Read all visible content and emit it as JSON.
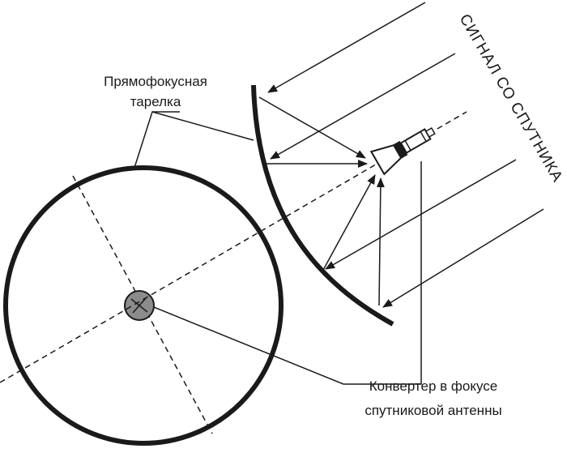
{
  "labels": {
    "dish_line1": "Прямофокусная",
    "dish_line2": "тарелка",
    "signal": "СИГНАЛ СО СПУТНИКА",
    "converter_line1": "Конвертер в фокусе",
    "converter_line2": "спутниковой антенны"
  },
  "colors": {
    "ink": "#1a1a1a",
    "hub": "#8c8c8c",
    "background": "#ffffff"
  }
}
